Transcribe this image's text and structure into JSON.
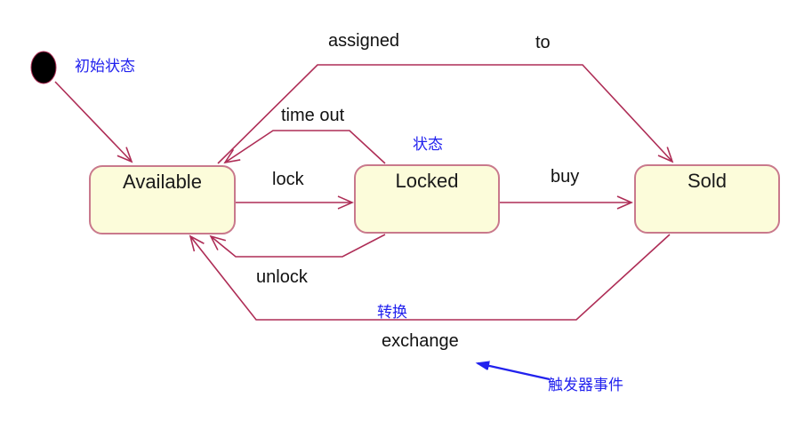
{
  "diagram_type": "uml-state-diagram",
  "states": {
    "available": "Available",
    "locked": "Locked",
    "sold": "Sold"
  },
  "transition_labels": {
    "assigned": "assigned",
    "to": "to",
    "time_out": "time out",
    "lock": "lock",
    "buy": "buy",
    "unlock": "unlock",
    "exchange": "exchange"
  },
  "annotations": {
    "initial_state": "初始状态",
    "state": "状态",
    "transition": "转换",
    "trigger_event": "触发器事件"
  },
  "colors": {
    "connector": "#AE2D56",
    "state_fill": "#FCFCDA",
    "state_border": "#C9798C",
    "annotation_blue": "#2222EE",
    "initial_node": "#000000",
    "label_text": "#111111"
  }
}
